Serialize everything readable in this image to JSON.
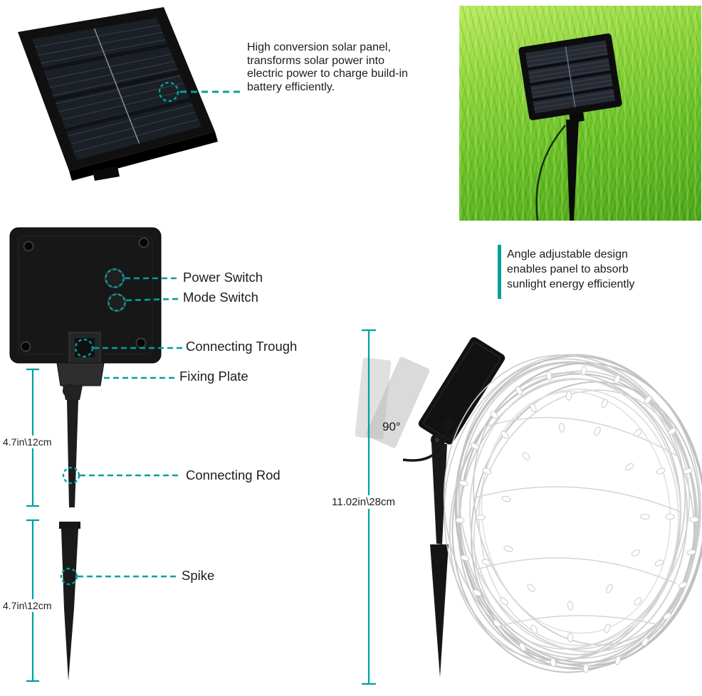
{
  "colors": {
    "accent_teal": "#00a0a0",
    "text": "#1c1c1c",
    "grass_green": "#6fc42c",
    "product_black": "#141414"
  },
  "callouts": {
    "solar_panel": "High conversion solar panel, transforms solar power into electric power to charge build-in battery efficiently.",
    "angle_adjustable": "Angle adjustable design enables panel to absorb sunlight energy efficiently"
  },
  "part_labels": {
    "power_switch": "Power Switch",
    "mode_switch": "Mode Switch",
    "connecting_trough": "Connecting Trough",
    "fixing_plate": "Fixing Plate",
    "connecting_rod": "Connecting Rod",
    "spike": "Spike"
  },
  "measurements": {
    "rod_length": "4.7in\\12cm",
    "spike_length": "4.7in\\12cm",
    "stake_total_length": "11.02in\\28cm",
    "rotation_angle": "90°"
  }
}
